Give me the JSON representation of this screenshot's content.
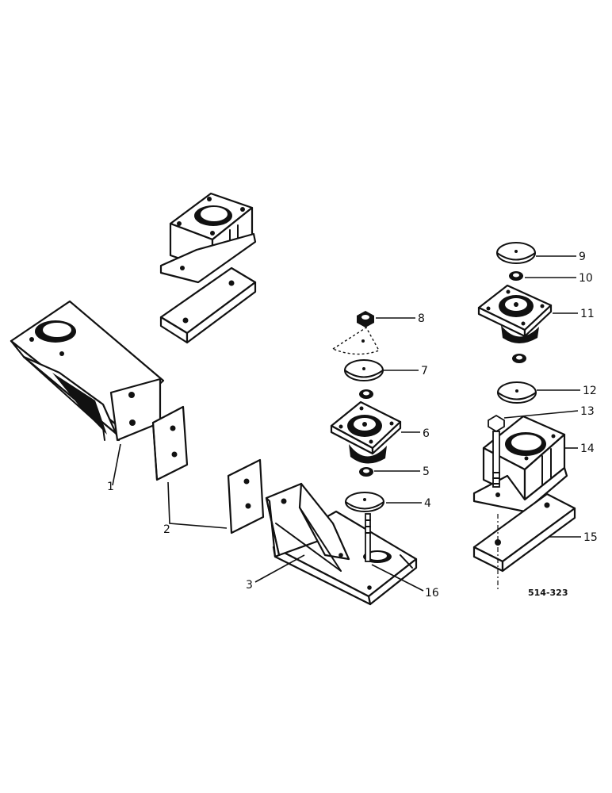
{
  "diagram": {
    "callouts": [
      {
        "id": "c1",
        "label": "1"
      },
      {
        "id": "c2",
        "label": "2"
      },
      {
        "id": "c3",
        "label": "3"
      },
      {
        "id": "c4",
        "label": "4"
      },
      {
        "id": "c5",
        "label": "5"
      },
      {
        "id": "c6",
        "label": "6"
      },
      {
        "id": "c7",
        "label": "7"
      },
      {
        "id": "c8",
        "label": "8"
      },
      {
        "id": "c9",
        "label": "9"
      },
      {
        "id": "c10",
        "label": "10"
      },
      {
        "id": "c11",
        "label": "11"
      },
      {
        "id": "c12",
        "label": "12"
      },
      {
        "id": "c13",
        "label": "13"
      },
      {
        "id": "c14",
        "label": "14"
      },
      {
        "id": "c15",
        "label": "15"
      },
      {
        "id": "c16",
        "label": "16"
      }
    ],
    "reference_code": "514-323",
    "colors": {
      "ink": "#111111",
      "paper": "#ffffff"
    }
  }
}
